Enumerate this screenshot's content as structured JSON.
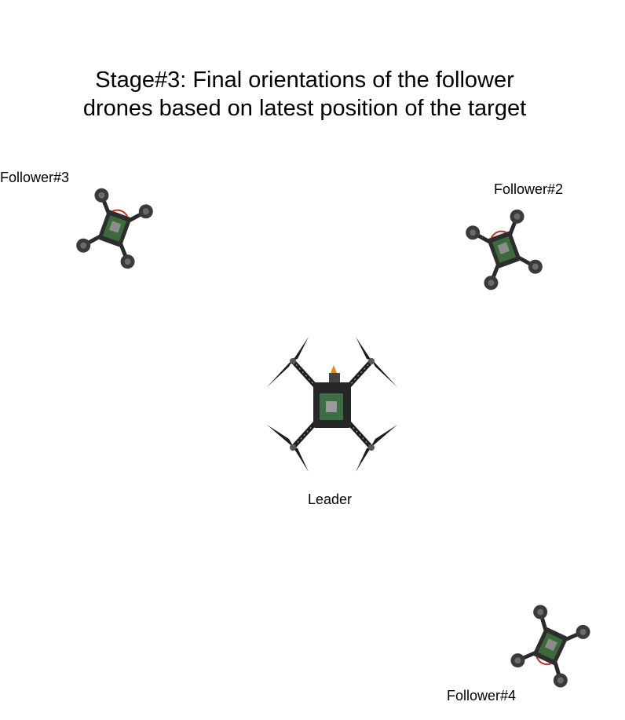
{
  "title": {
    "line1": "Stage#3: Final orientations of the follower",
    "line2": "drones based on latest position of the target"
  },
  "drones": {
    "follower3": {
      "label": "Follower#3",
      "icon": "small-quadcopter-icon"
    },
    "follower2": {
      "label": "Follower#2",
      "icon": "small-quadcopter-icon"
    },
    "leader": {
      "label": "Leader",
      "icon": "large-quadcopter-icon"
    },
    "follower4": {
      "label": "Follower#4",
      "icon": "small-quadcopter-icon"
    }
  }
}
